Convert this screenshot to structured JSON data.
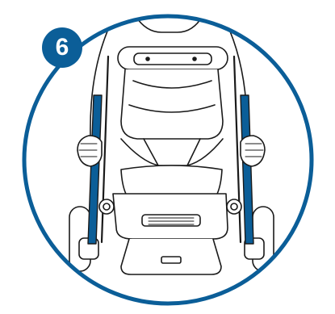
{
  "step": {
    "number": "6"
  },
  "colors": {
    "accent": "#0b5e98",
    "line": "#1a1a1a",
    "background": "#ffffff",
    "badge_text": "#ffffff"
  },
  "illustration": {
    "subject": "stroller-frame",
    "highlighted_parts": [
      "left-frame-bar",
      "right-frame-bar"
    ]
  }
}
